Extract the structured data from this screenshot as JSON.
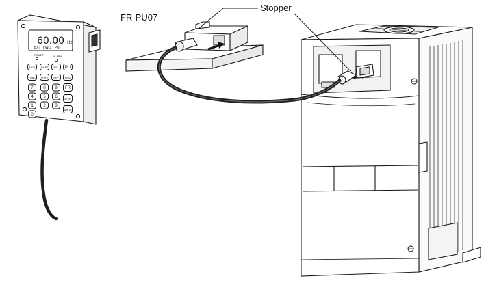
{
  "labels": {
    "model": "FR-PU07",
    "stopper": "Stopper"
  },
  "panel": {
    "display_value": "60.00",
    "display_unit": "Hz",
    "indicators": [
      "EXT",
      "FWD",
      "PU"
    ],
    "power_label": "POWER",
    "alarm_label": "ALARM",
    "top_keys": [
      "MON",
      "PrSET",
      "EXT",
      "PU"
    ],
    "row2_keys": [
      "FUNC",
      "SHIFT",
      "REV",
      "FWD"
    ],
    "number_keys": [
      "7",
      "8",
      "9",
      "4",
      "5",
      "6",
      "1",
      "2",
      "3",
      "0"
    ],
    "side_keys": [
      "FR",
      "STOP",
      "WRITE"
    ]
  },
  "colors": {
    "line": "#1a1a1a",
    "cable": "#1f1f1f",
    "surface": "#ffffff",
    "shade": "#d8d8d8"
  },
  "icons": {
    "arrow": "insert-direction-arrow"
  }
}
